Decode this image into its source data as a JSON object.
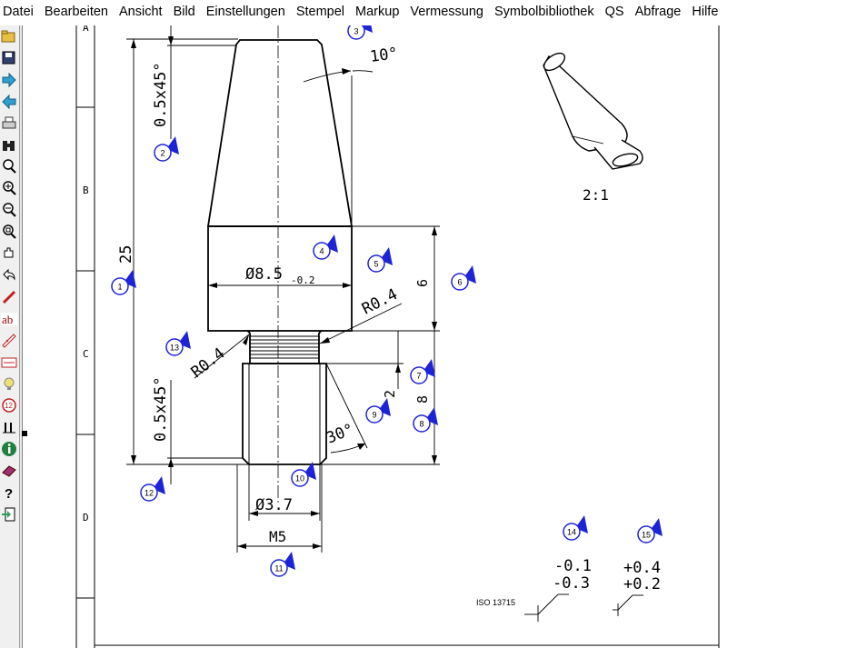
{
  "menu": [
    "Datei",
    "Bearbeiten",
    "Ansicht",
    "Bild",
    "Einstellungen",
    "Stempel",
    "Markup",
    "Vermessung",
    "Symbolbibliothek",
    "QS",
    "Abfrage",
    "Hilfe"
  ],
  "toolbar": {
    "icons": [
      "open-folder-icon",
      "save-icon",
      "forward-arrow-icon",
      "back-arrow-icon",
      "print-icon",
      "binoculars-icon",
      "zoom-icon",
      "zoom-in-icon",
      "zoom-out-icon",
      "zoom-fit-icon",
      "pan-hand-icon",
      "undo-icon",
      "pen-icon",
      "text-ab-icon",
      "ruler-measure-icon",
      "dimension-line-icon",
      "bulb-icon",
      "numbered-balloon-icon",
      "align-icon",
      "info-icon",
      "book-icon",
      "help-icon",
      "exit-icon"
    ],
    "text_ab": "ab",
    "balloon_num": "12",
    "help_glyph": "?"
  },
  "drawing": {
    "zone_labels": [
      "A",
      "B",
      "C",
      "D"
    ],
    "dims": {
      "chamfer_top": "0.5x45°",
      "chamfer_bottom": "0.5x45°",
      "length_total": "25",
      "angle_top": "10°",
      "diameter_main": "Ø8.5",
      "diameter_main_tol": "-0.2",
      "radius_right": "R0.4",
      "radius_left": "R0.4",
      "height_6": "6",
      "height_2": "2",
      "height_8": "8",
      "angle_30": "30°",
      "diameter_small": "Ø3.7",
      "thread": "M5",
      "scale": "2:1",
      "tol_minus_a": "-0.1",
      "tol_minus_b": "-0.3",
      "tol_plus_a": "+0.4",
      "tol_plus_b": "+0.2",
      "iso": "ISO 13715"
    },
    "balloons": [
      {
        "n": "1"
      },
      {
        "n": "2"
      },
      {
        "n": "3"
      },
      {
        "n": "4"
      },
      {
        "n": "5"
      },
      {
        "n": "6"
      },
      {
        "n": "7"
      },
      {
        "n": "8"
      },
      {
        "n": "9"
      },
      {
        "n": "10"
      },
      {
        "n": "11"
      },
      {
        "n": "12"
      },
      {
        "n": "13"
      },
      {
        "n": "14"
      },
      {
        "n": "15"
      }
    ]
  }
}
